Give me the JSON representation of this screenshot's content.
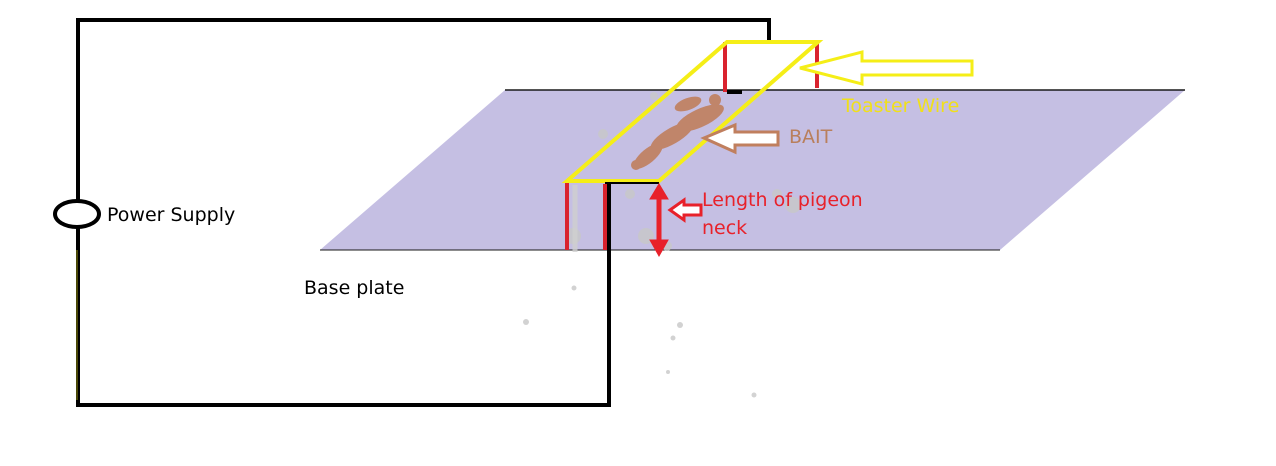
{
  "labels": {
    "power_supply": "Power Supply",
    "base_plate": "Base plate",
    "toaster_wire": "Toaster Wire",
    "bait": "BAIT",
    "neck_length": "Length of pigeon neck"
  },
  "colors": {
    "base_plate_fill": "#c5bfe3",
    "wire_black": "#000000",
    "toaster_wire_yellow": "#f5ee17",
    "post_red": "#d9232e",
    "bait_brown": "#c07f5e",
    "arrow_red": "#e8212a",
    "smudge_gray": "#c8c8c8"
  },
  "icons": {
    "power_supply_symbol": "ellipse",
    "toaster_wire_pointer": "yellow-outline-arrow",
    "bait_pointer": "brown-outline-arrow",
    "neck_length_measure": "red-double-arrow"
  }
}
